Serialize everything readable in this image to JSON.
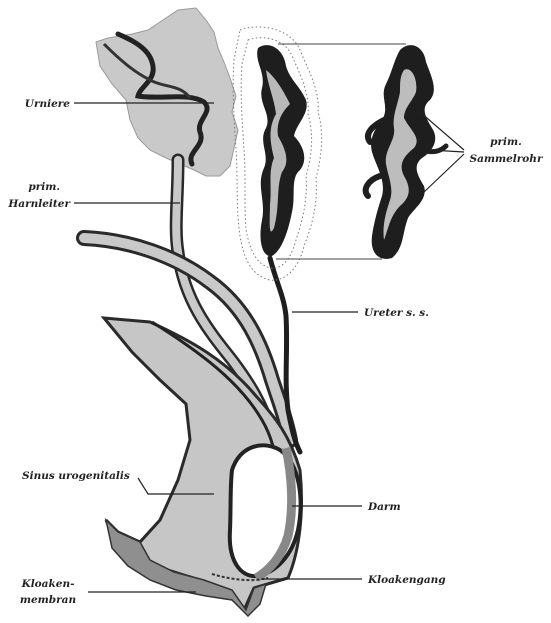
{
  "labels": {
    "urniere": "Urniere",
    "prim_harnleiter_1": "prim.",
    "prim_harnleiter_2": "Harnleiter",
    "ureter": "Ureter s. s.",
    "prim_sammelrohr_1": "prim.",
    "prim_sammelrohr_2": "Sammelrohr",
    "sinus": "Sinus urogenitalis",
    "darm": "Darm",
    "kloakengang": "Kloakengang",
    "kloakenmembran_1": "Kloaken-",
    "kloakenmembran_2": "membran"
  },
  "colors": {
    "tissue_light": "#c8c8c8",
    "tissue_mid": "#8f8f8f",
    "tissue_dark": "#1e1e1e",
    "ink": "#222222",
    "background": "#ffffff"
  }
}
